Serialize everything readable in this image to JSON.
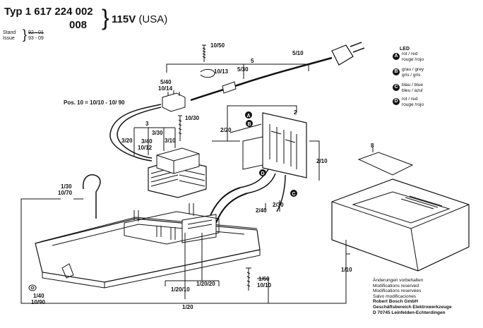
{
  "header": {
    "typ_line": "Typ 1 617 224 002",
    "typ_sub": "008",
    "voltage": "115V",
    "region": "(USA)",
    "stand_label": "Stand",
    "issue_label": "Issue",
    "stand_date_old": "92 - 01",
    "stand_date": "93 - 09"
  },
  "pos_note": "Pos. 10 = 10/10 - 10/ 90",
  "labels": {
    "p5": "5",
    "p5_10": "5/10",
    "p5_30": "5/30",
    "p5_40": "5/40",
    "p10_14": "10/14",
    "p10_50": "10/50",
    "p10_13": "10/13",
    "p10_30": "10/30",
    "p3": "3",
    "p3_30": "3/30",
    "p3_20": "3/20",
    "p3_40": "3/40",
    "p10_12": "10/12",
    "p3_10": "3/10",
    "p2": "2",
    "p2_20": "2/20",
    "p2_10": "2/10",
    "p2_40": "2/40",
    "p2_30": "2/30",
    "p8": "8",
    "p1_30": "1/30",
    "p10_70": "10/70",
    "p1_10": "1/10",
    "p1_40": "1/40",
    "p10_90": "10/90",
    "p1_20_10": "1/20/10",
    "p1_20_20": "1/20/20",
    "p1_20": "1/20",
    "p1_60": "1/60",
    "p10_10": "10/10"
  },
  "callouts": {
    "a": "A",
    "b": "B",
    "c": "C",
    "d": "D"
  },
  "legend": {
    "title": "LED",
    "items": [
      {
        "letter": "A",
        "line1": "rot / red",
        "line2": "rouge /rojo"
      },
      {
        "letter": "B",
        "line1": "grau / grey",
        "line2": "gris / gris"
      },
      {
        "letter": "C",
        "line1": "blau / blue",
        "line2": "bleu / azul"
      },
      {
        "letter": "D",
        "line1": "rot / red",
        "line2": "rouge /rojo"
      }
    ]
  },
  "footer": {
    "line1": "Änderungen vorbehalten",
    "line2": "Modifications reserved",
    "line3": "Modifications reservées",
    "line4": "Salvo modificaciones",
    "line5": "Robert Bosch GmbH",
    "line6": "Geschäftsbereich Elektrowerkzeuge",
    "line7": "D 70745 Leinfelden-Echterdingen"
  }
}
